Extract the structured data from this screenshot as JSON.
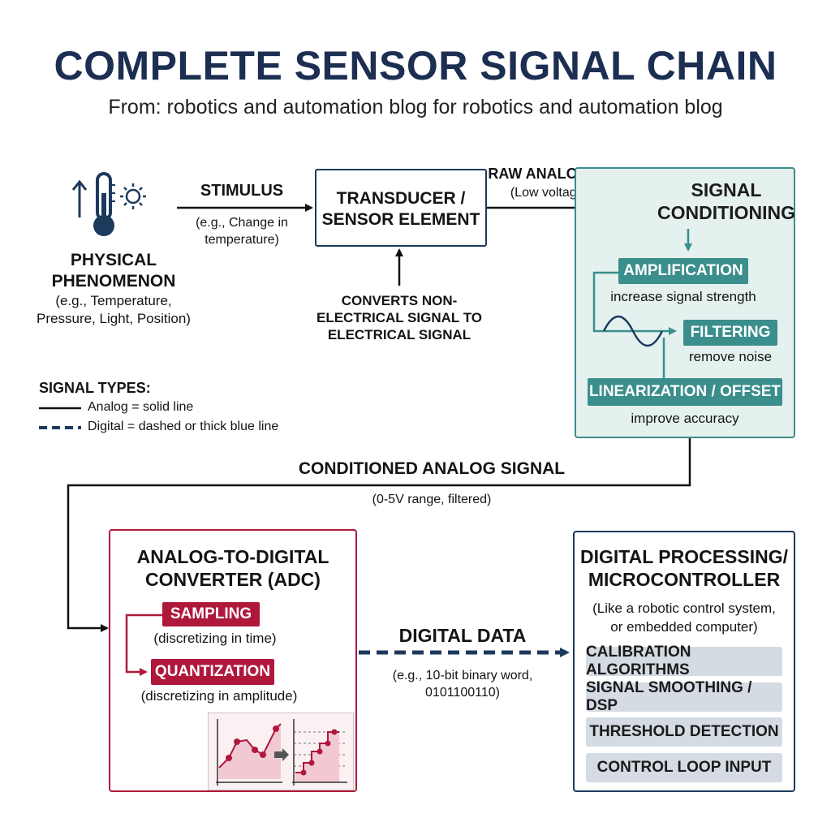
{
  "header": {
    "title": "COMPLETE SENSOR SIGNAL CHAIN",
    "subtitle": "From: robotics and automation blog for robotics and automation blog"
  },
  "phenomenon": {
    "title_1": "PHYSICAL",
    "title_2": "PHENOMENON",
    "desc_1": "(e.g., Temperature,",
    "desc_2": "Pressure, Light, Position)"
  },
  "stimulus": {
    "label": "STIMULUS",
    "desc_1": "(e.g., Change in",
    "desc_2": "temperature)"
  },
  "transducer": {
    "title_1": "TRANSDUCER /",
    "title_2": "SENSOR ELEMENT",
    "note_1": "CONVERTS NON-",
    "note_2": "ELECTRICAL SIGNAL TO",
    "note_3": "ELECTRICAL SIGNAL"
  },
  "raw_signal": {
    "label": "RAW ANALOG SIGNAL",
    "desc": "(Low voltage, noisy)"
  },
  "conditioning": {
    "title_1": "SIGNAL",
    "title_2": "CONDITIONING",
    "steps": [
      {
        "label": "AMPLIFICATION",
        "desc": "increase signal strength"
      },
      {
        "label": "FILTERING",
        "desc": "remove noise"
      },
      {
        "label": "LINEARIZATION / OFFSET",
        "desc": "improve accuracy"
      }
    ]
  },
  "legend": {
    "title": "SIGNAL TYPES:",
    "analog": "Analog = solid line",
    "digital": "Digital = dashed or thick blue line"
  },
  "conditioned": {
    "label": "CONDITIONED ANALOG SIGNAL",
    "desc": "(0-5V range, filtered)"
  },
  "adc": {
    "title_1": "ANALOG-TO-DIGITAL",
    "title_2": "CONVERTER (ADC)",
    "sampling": {
      "label": "SAMPLING",
      "desc": "(discretizing in time)"
    },
    "quantization": {
      "label": "QUANTIZATION",
      "desc": "(discretizing in amplitude)"
    }
  },
  "digital_data": {
    "label": "DIGITAL DATA",
    "desc_1": "(e.g., 10-bit binary word,",
    "desc_2": "0101100110)"
  },
  "processing": {
    "title_1": "DIGITAL PROCESSING/",
    "title_2": "MICROCONTROLLER",
    "desc_1": "(Like a robotic control system,",
    "desc_2": "or embedded computer)",
    "items": [
      "CALIBRATION ALGORITHMS",
      "SIGNAL SMOOTHING / DSP",
      "THRESHOLD DETECTION",
      "CONTROL LOOP INPUT"
    ]
  },
  "colors": {
    "title": "#1c2f52",
    "teal": "#3a8e8c",
    "red": "#b0183b",
    "navy": "#1c3a5c",
    "gray_item": "#d5dbe3"
  }
}
